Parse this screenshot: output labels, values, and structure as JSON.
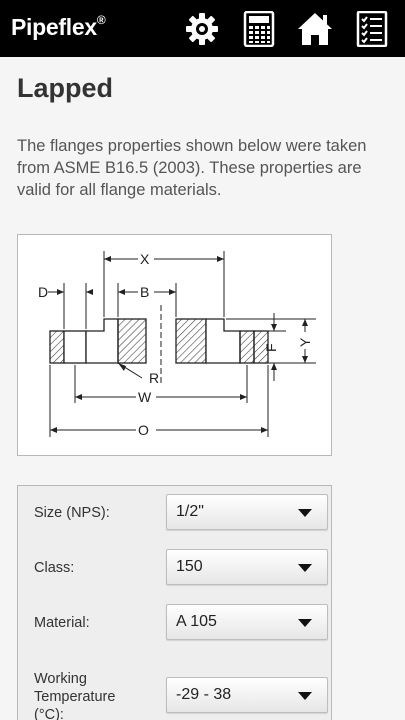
{
  "appbar": {
    "brand": "Pipeflex",
    "brand_mark": "®",
    "icons": [
      "gear-icon",
      "calculator-icon",
      "home-icon",
      "checklist-icon"
    ]
  },
  "page": {
    "title": "Lapped",
    "description": "The flanges properties shown below were taken from ASME B16.5 (2003). These properties are valid for all flange materials."
  },
  "diagram": {
    "labels": {
      "x": "X",
      "b": "B",
      "d": "D",
      "f": "F",
      "y": "Y",
      "r": "R",
      "w": "W",
      "o": "O"
    }
  },
  "form": {
    "size": {
      "label": "Size (NPS):",
      "value": "1/2\""
    },
    "class": {
      "label": "Class:",
      "value": "150"
    },
    "material": {
      "label": "Material:",
      "value": "A 105"
    },
    "temperature": {
      "label": "Working Temperature (°C):",
      "value": "-29 - 38"
    }
  },
  "colors": {
    "appbar": "#000000",
    "background": "#f5f5f5",
    "hatch": "#444444"
  }
}
